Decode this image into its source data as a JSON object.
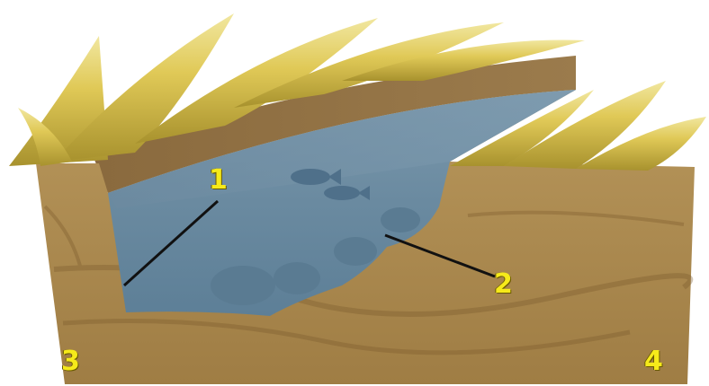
{
  "labels": {
    "one": "1",
    "two": "2",
    "three": "3",
    "four": "4"
  },
  "colors": {
    "label_text": "#f6ea1a",
    "leader_line": "#111111",
    "soil": "#b08c50",
    "water": "#6f8ea3",
    "grass": "#d8c050"
  },
  "icons": {
    "fish": "fish-icon",
    "grass": "grass-tuft",
    "rock": "rock-shape"
  }
}
